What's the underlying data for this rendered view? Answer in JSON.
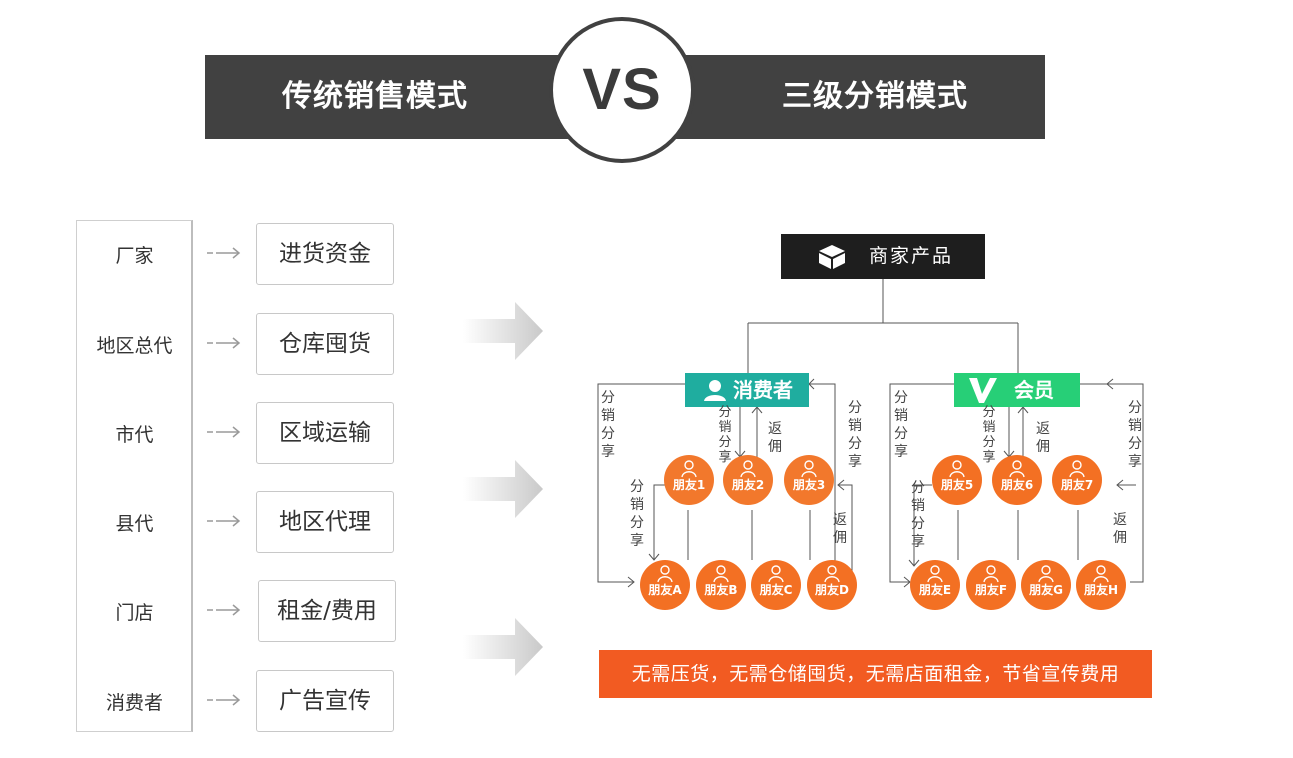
{
  "header": {
    "left_title": "传统销售模式",
    "vs": "VS",
    "right_title": "三级分销模式"
  },
  "traditional": {
    "levels": [
      "厂家",
      "地区总代",
      "市代",
      "县代",
      "门店",
      "消费者"
    ],
    "costs": [
      "进货资金",
      "仓库囤货",
      "区域运输",
      "地区代理",
      "租金/费用",
      "广告宣传"
    ]
  },
  "distribution": {
    "product": "商家产品",
    "consumer_tag": "消费者",
    "member_tag": "会员",
    "share_label": "分销分享",
    "rebate_label": "返佣",
    "consumer_tier1": [
      "朋友1",
      "朋友2",
      "朋友3"
    ],
    "consumer_tier2": [
      "朋友A",
      "朋友B",
      "朋友C",
      "朋友D"
    ],
    "member_tier1": [
      "朋友5",
      "朋友6",
      "朋友7"
    ],
    "member_tier2": [
      "朋友E",
      "朋友F",
      "朋友G",
      "朋友H"
    ]
  },
  "footer": "无需压货，无需仓储囤货，无需店面租金，节省宣传费用",
  "colors": {
    "banner": "#414141",
    "orange": "#f37023",
    "teal": "#1fad9f",
    "green": "#27cf77",
    "footer": "#f25b22"
  }
}
